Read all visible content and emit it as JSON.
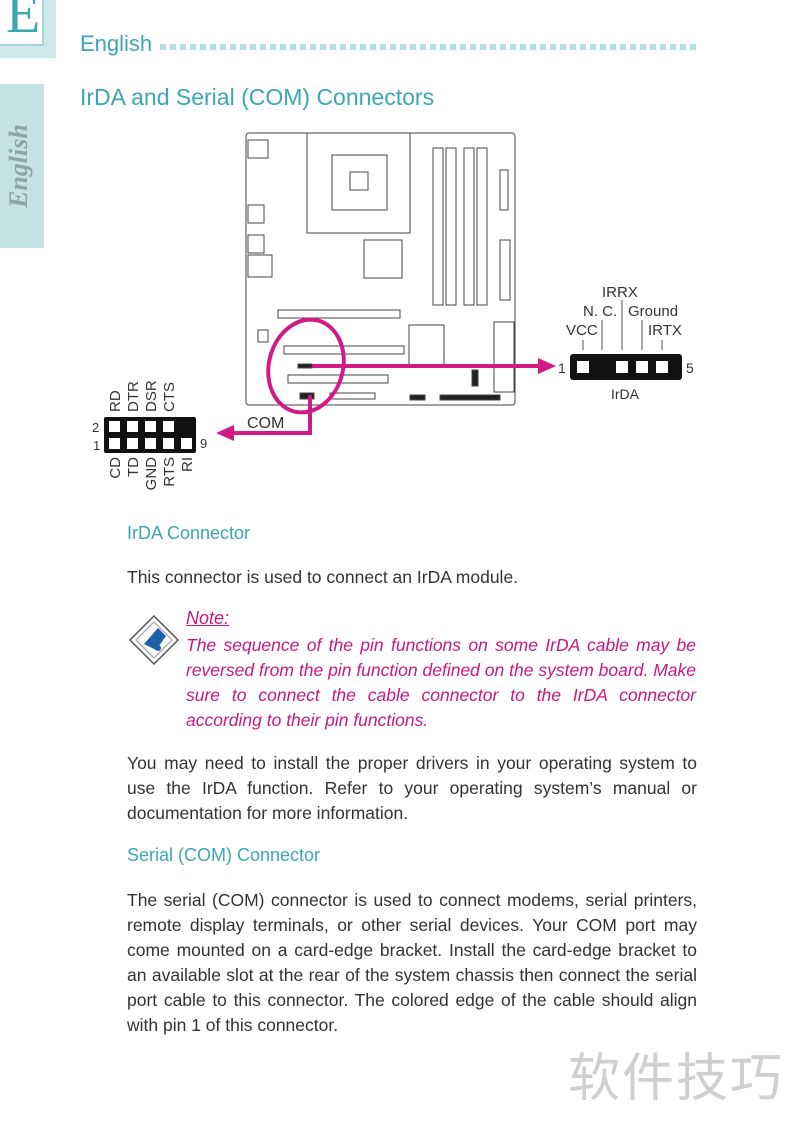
{
  "corner_letter": "E",
  "side_tab": "English",
  "header": "English",
  "title": "IrDA and Serial (COM) Connectors",
  "diagram": {
    "irda": {
      "label": "IrDA",
      "pin_first": "1",
      "pin_last": "5",
      "pins": [
        "VCC",
        "N. C.",
        "IRRX",
        "Ground",
        "IRTX"
      ]
    },
    "com": {
      "label": "COM",
      "pin_top": "2",
      "pin_bottom": "1",
      "pin_last": "9",
      "top_pins": [
        "RD",
        "DTR",
        "DSR",
        "CTS"
      ],
      "bottom_pins": [
        "CD",
        "TD",
        "GND",
        "RTS",
        "RI"
      ]
    },
    "accent": "#d21a86"
  },
  "irda_heading": "IrDA Connector",
  "irda_text": "This connector is used to connect an IrDA module.",
  "note_label": "Note:",
  "note_text": "The sequence of the pin functions on some IrDA cable may be reversed from the pin function defined on the system board. Make sure to connect the cable connector to the IrDA connector according to their pin functions.",
  "drivers_text": "You may need to install the proper drivers in your operating system to use the IrDA function. Refer to your operating system’s manual or documentation for more information.",
  "com_heading": "Serial (COM) Connector",
  "com_text": "The serial (COM) connector is used to connect modems, serial printers, remote display terminals, or other serial devices. Your COM port may come mounted on a card-edge bracket. Install the card-edge bracket to an available slot at the rear of the system chassis then connect the serial port cable to this connector. The colored edge of the cable should align with pin 1 of this connector.",
  "watermark": "软件技巧"
}
